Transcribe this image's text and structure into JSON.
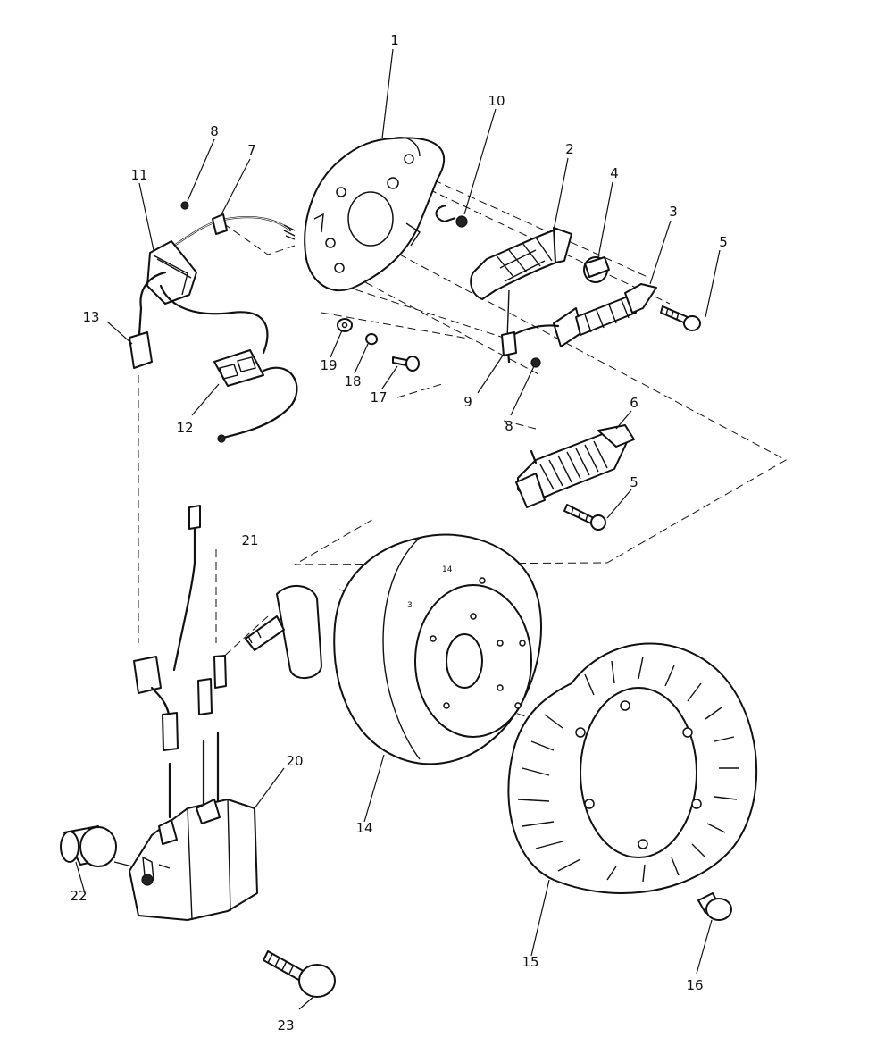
{
  "callouts": [
    {
      "id": "c1",
      "label": "1"
    },
    {
      "id": "c2",
      "label": "2"
    },
    {
      "id": "c3",
      "label": "3"
    },
    {
      "id": "c4",
      "label": "4"
    },
    {
      "id": "c5a",
      "label": "5"
    },
    {
      "id": "c5b",
      "label": "5"
    },
    {
      "id": "c6",
      "label": "6"
    },
    {
      "id": "c7",
      "label": "7"
    },
    {
      "id": "c8a",
      "label": "8"
    },
    {
      "id": "c8b",
      "label": "8"
    },
    {
      "id": "c9",
      "label": "9"
    },
    {
      "id": "c10",
      "label": "10"
    },
    {
      "id": "c11",
      "label": "11"
    },
    {
      "id": "c12",
      "label": "12"
    },
    {
      "id": "c13",
      "label": "13"
    },
    {
      "id": "c14",
      "label": "14"
    },
    {
      "id": "c15",
      "label": "15"
    },
    {
      "id": "c16",
      "label": "16"
    },
    {
      "id": "c17",
      "label": "17"
    },
    {
      "id": "c18",
      "label": "18"
    },
    {
      "id": "c19",
      "label": "19"
    },
    {
      "id": "c20",
      "label": "20"
    },
    {
      "id": "c21",
      "label": "21"
    },
    {
      "id": "c22",
      "label": "22"
    },
    {
      "id": "c23",
      "label": "23"
    }
  ],
  "flywheel_marks": [
    "3",
    "14"
  ]
}
